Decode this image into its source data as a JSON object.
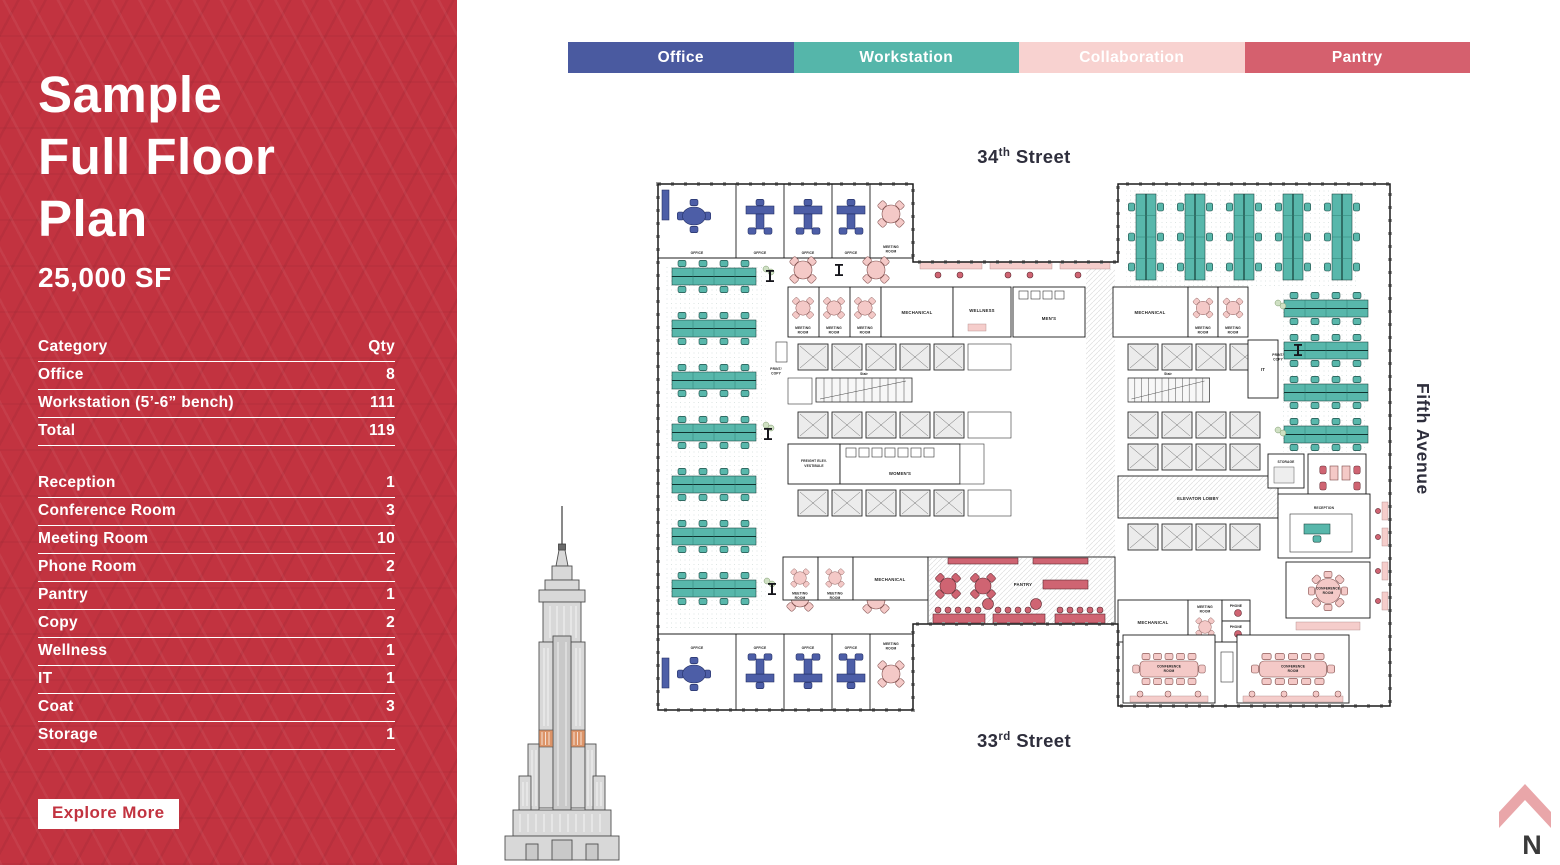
{
  "sidebar": {
    "title_lines": [
      "Sample",
      "Full Floor",
      "Plan"
    ],
    "area": "25,000 SF",
    "table": {
      "header": {
        "category": "Category",
        "qty": "Qty"
      },
      "summary": [
        {
          "label": "Office",
          "qty": "8"
        },
        {
          "label": "Workstation (5’-6” bench)",
          "qty": "111"
        },
        {
          "label": "Total",
          "qty": "119"
        }
      ],
      "details": [
        {
          "label": "Reception",
          "qty": "1"
        },
        {
          "label": "Conference Room",
          "qty": "3"
        },
        {
          "label": "Meeting Room",
          "qty": "10"
        },
        {
          "label": "Phone Room",
          "qty": "2"
        },
        {
          "label": "Pantry",
          "qty": "1"
        },
        {
          "label": "Copy",
          "qty": "2"
        },
        {
          "label": "Wellness",
          "qty": "1"
        },
        {
          "label": "IT",
          "qty": "1"
        },
        {
          "label": "Coat",
          "qty": "3"
        },
        {
          "label": "Storage",
          "qty": "1"
        }
      ]
    },
    "explore_label": "Explore More"
  },
  "legend": {
    "items": [
      {
        "label": "Office",
        "color": "#4a5aa0"
      },
      {
        "label": "Workstation",
        "color": "#55b6aa"
      },
      {
        "label": "Collaboration",
        "color": "#f8d2d0"
      },
      {
        "label": "Pantry",
        "color": "#d5606e"
      }
    ]
  },
  "plan": {
    "streets": {
      "top": {
        "num": "34",
        "sup": "th",
        "rest": " Street"
      },
      "bottom": {
        "num": "33",
        "sup": "rd",
        "rest": " Street"
      },
      "right": "Fifth Avenue"
    },
    "north": "N",
    "labels": {
      "office": "OFFICE",
      "meeting1": "MEETING",
      "meeting2": "ROOM",
      "mechanical": "MECHANICAL",
      "wellness": "WELLNESS",
      "mens": "MEN'S",
      "womens": "WOMEN'S",
      "stair": "Stair",
      "freight1": "FREIGHT ELEV.",
      "freight2": "VESTIBULE",
      "print1": "PRINT/",
      "print2": "COPY",
      "it": "IT",
      "elevator_lobby": "ELEVATOR LOBBY",
      "pantry": "PANTRY",
      "storage": "STORAGE",
      "reception": "RECEPTION",
      "conference1": "CONFERENCE",
      "conference2": "ROOM",
      "phone": "PHONE"
    }
  },
  "colors": {
    "sidebar_red": "#c23340",
    "office_blue": "#4a5aa0",
    "workstation_teal": "#55b6aa",
    "collaboration_pink": "#f8d2d0",
    "pantry_rose": "#d5606e",
    "street_text": "#2e2e3c"
  }
}
